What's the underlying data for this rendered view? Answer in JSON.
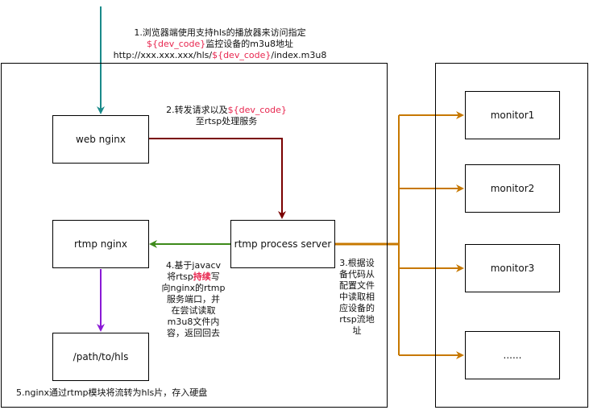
{
  "nodes": {
    "web_nginx": "web nginx",
    "rtmp_nginx": "rtmp nginx",
    "hls_path": "/path/to/hls",
    "rtmp_process_server": "rtmp process server",
    "monitor1": "monitor1",
    "monitor2": "monitor2",
    "monitor3": "monitor3",
    "monitor_more": "......"
  },
  "annotations": {
    "step1": {
      "line1": "1.浏览器端使用支持hls的播放器来访问指定",
      "line2_var": "${dev_code}",
      "line2_text": "监控设备的m3u8地址",
      "line3_prefix": "http://xxx.xxx.xxx/hls/",
      "line3_var": "${dev_code}",
      "line3_suffix": "/index.m3u8"
    },
    "step2": {
      "line1_text": "2.转发请求以及",
      "line1_var": "${dev_code}",
      "line2": "至rtsp处理服务"
    },
    "step3": {
      "lines": [
        "3.根据设",
        "备代码从",
        "配置文件",
        "中读取相",
        "应设备的",
        "rtsp流地",
        "址"
      ]
    },
    "step4": {
      "line1": "4.基于javacv",
      "line2_prefix": "将rtsp",
      "line2_hl": "持续",
      "line2_suffix": "写",
      "rest": [
        "向nginx的rtmp",
        "服务端口，并",
        "在尝试读取",
        "m3u8文件内",
        "容，返回回去"
      ]
    },
    "step5": "5.nginx通过rtmp模块将流转为hls片，存入硬盘"
  },
  "colors": {
    "teal_arrow": "#1a8a8a",
    "darkred_arrow": "#7a0000",
    "green_arrow": "#3d8a1a",
    "purple_arrow": "#8a1ad6",
    "orange_arrow": "#c77800",
    "highlight_text": "#e8254e"
  }
}
